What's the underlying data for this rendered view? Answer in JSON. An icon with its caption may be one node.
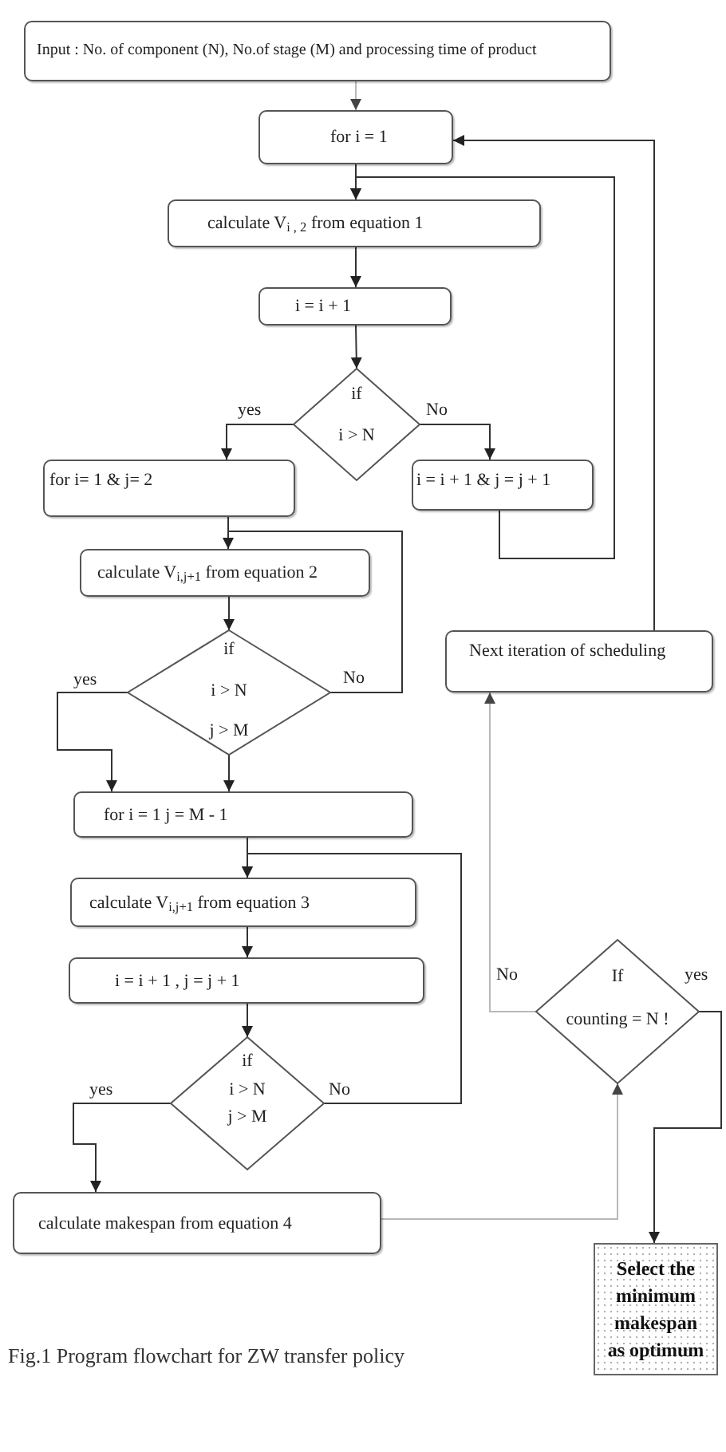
{
  "diagram": {
    "caption": "Fig.1 Program flowchart for ZW transfer policy",
    "nodes": [
      {
        "text": [
          "Input : No. of component (N), No.of stage (M) and processing time of product"
        ]
      },
      {
        "text": [
          "for i = 1"
        ]
      },
      {
        "text": [
          "calculate V$_{i , 2}$ from equation 1"
        ]
      },
      {
        "text": [
          "i = i + 1"
        ]
      },
      {
        "text": [
          "if",
          "i > N"
        ]
      },
      {
        "text": [
          "for i= 1 & j= 2"
        ]
      },
      {
        "text": [
          "i = i + 1 & j = j + 1"
        ]
      },
      {
        "text": [
          "calculate V$_{i,j+1}$ from equation 2"
        ]
      },
      {
        "text": [
          "if",
          "i > N",
          "j > M"
        ]
      },
      {
        "text": [
          "for i = 1 j = M - 1"
        ]
      },
      {
        "text": [
          "calculate V$_{i,j+1}$ from equation 3"
        ]
      },
      {
        "text": [
          "i = i + 1 , j = j + 1"
        ]
      },
      {
        "text": [
          "if",
          "i > N",
          "j > M"
        ]
      },
      {
        "text": [
          "calculate makespan from equation 4"
        ]
      },
      {
        "text": [
          "Next iteration of scheduling"
        ]
      },
      {
        "text": [
          "If",
          "counting = N !"
        ]
      },
      {
        "text": [
          "Select the minimum makespan as optimum"
        ]
      }
    ],
    "edges": [
      {
        "from": 0,
        "to": 1,
        "arrow": "to",
        "color": "#b8b8b8"
      },
      {
        "from": 1,
        "to": 2,
        "arrow": "to"
      },
      {
        "from": 2,
        "to": 3,
        "arrow": "to"
      },
      {
        "from": 3,
        "to": 4,
        "arrow": "to"
      },
      {
        "from": 4,
        "to": 5,
        "arrow": "to",
        "label": "yes"
      },
      {
        "from": 4,
        "to": 6,
        "arrow": "to",
        "label": "No"
      },
      {
        "from": 6,
        "to": 2,
        "arrow": "to"
      },
      {
        "from": 14,
        "to": 1,
        "arrow": "to"
      },
      {
        "from": 5,
        "to": 7,
        "arrow": "none"
      },
      {
        "from": 7,
        "to": 8,
        "arrow": "to"
      },
      {
        "from": 8,
        "to": 9,
        "arrow": "to",
        "label": "yes"
      },
      {
        "from": 8,
        "to": 7,
        "arrow": "to",
        "label": "No"
      },
      {
        "from": 8,
        "to": 9,
        "arrow": "to"
      },
      {
        "from": 9,
        "to": 10,
        "arrow": "to"
      },
      {
        "from": 10,
        "to": 11,
        "arrow": "to"
      },
      {
        "from": 11,
        "to": 12,
        "arrow": "to"
      },
      {
        "from": 12,
        "to": 13,
        "arrow": "to",
        "label": "yes"
      },
      {
        "from": 12,
        "to": 10,
        "arrow": "to",
        "label": "No"
      },
      {
        "from": 13,
        "to": 15,
        "arrow": "to",
        "color": "#b8b8b8"
      },
      {
        "from": 15,
        "to": 14,
        "arrow": "to",
        "label": "No",
        "color": "#b8b8b8"
      },
      {
        "from": 15,
        "to": 16,
        "arrow": "to",
        "label": "yes"
      }
    ]
  }
}
